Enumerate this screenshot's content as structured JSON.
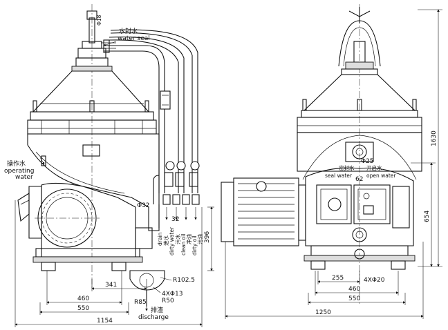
{
  "labels": {
    "phi18": "Φ18",
    "water_seal_cn": "水封水",
    "water_seal_en": "water seal",
    "operating_cn": "操作水",
    "operating_en": "operating",
    "operating_en2": "water",
    "phi32": "Φ32",
    "out1": "drain",
    "out2": "dirty water",
    "out3": "clean oil",
    "out4": "dirty oil",
    "out1_cn": "泄水",
    "out2_cn": "污水",
    "out3_cn": "净油",
    "out4_cn": "污油",
    "r1025": "R102.5",
    "phi13": "4XΦ13",
    "r85": "R85",
    "r50": "R50",
    "discharge_cn": "排渣",
    "discharge_en": "discharge",
    "phi25": "Φ25",
    "seal_water_cn": "密封水",
    "seal_water_en": "seal water",
    "open_water_cn": "开启水",
    "open_water_en": "open water",
    "phi20": "4XΦ20"
  },
  "dimensions": {
    "d62": "62",
    "d32": "32",
    "d396": "396",
    "d341": "341",
    "d460a": "460",
    "d550a": "550",
    "d1154": "1154",
    "d1630": "1630",
    "d654": "654",
    "d255": "255",
    "d460b": "460",
    "d550b": "550",
    "d1250": "1250"
  }
}
